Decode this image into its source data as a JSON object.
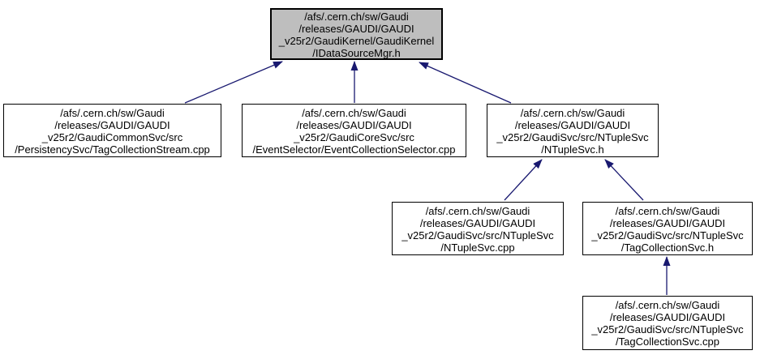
{
  "diagram": {
    "kind": "include-dependency-graph",
    "colors": {
      "edge": "#191970",
      "node_border": "#000000",
      "node_fill": "#ffffff",
      "highlight_fill": "#bebebe",
      "background": "#ffffff",
      "text": "#000000"
    },
    "nodes": [
      {
        "id": "idatasourcemgr-h",
        "highlighted": true,
        "lines": [
          "/afs/.cern.ch/sw/Gaudi",
          "/releases/GAUDI/GAUDI",
          "_v25r2/GaudiKernel/GaudiKernel",
          "/IDataSourceMgr.h"
        ]
      },
      {
        "id": "tagcollectionstream-cpp",
        "highlighted": false,
        "lines": [
          "/afs/.cern.ch/sw/Gaudi",
          "/releases/GAUDI/GAUDI",
          "_v25r2/GaudiCommonSvc/src",
          "/PersistencySvc/TagCollectionStream.cpp"
        ]
      },
      {
        "id": "eventcollectionselector-cpp",
        "highlighted": false,
        "lines": [
          "/afs/.cern.ch/sw/Gaudi",
          "/releases/GAUDI/GAUDI",
          "_v25r2/GaudiCoreSvc/src",
          "/EventSelector/EventCollectionSelector.cpp"
        ]
      },
      {
        "id": "ntuplesvc-h",
        "highlighted": false,
        "lines": [
          "/afs/.cern.ch/sw/Gaudi",
          "/releases/GAUDI/GAUDI",
          "_v25r2/GaudiSvc/src/NTupleSvc",
          "/NTupleSvc.h"
        ]
      },
      {
        "id": "ntuplesvc-cpp",
        "highlighted": false,
        "lines": [
          "/afs/.cern.ch/sw/Gaudi",
          "/releases/GAUDI/GAUDI",
          "_v25r2/GaudiSvc/src/NTupleSvc",
          "/NTupleSvc.cpp"
        ]
      },
      {
        "id": "tagcollectionsvc-h",
        "highlighted": false,
        "lines": [
          "/afs/.cern.ch/sw/Gaudi",
          "/releases/GAUDI/GAUDI",
          "_v25r2/GaudiSvc/src/NTupleSvc",
          "/TagCollectionSvc.h"
        ]
      },
      {
        "id": "tagcollectionsvc-cpp",
        "highlighted": false,
        "lines": [
          "/afs/.cern.ch/sw/Gaudi",
          "/releases/GAUDI/GAUDI",
          "_v25r2/GaudiSvc/src/NTupleSvc",
          "/TagCollectionSvc.cpp"
        ]
      }
    ],
    "edges": [
      {
        "from": "tagcollectionstream-cpp",
        "to": "idatasourcemgr-h"
      },
      {
        "from": "eventcollectionselector-cpp",
        "to": "idatasourcemgr-h"
      },
      {
        "from": "ntuplesvc-h",
        "to": "idatasourcemgr-h"
      },
      {
        "from": "ntuplesvc-cpp",
        "to": "ntuplesvc-h"
      },
      {
        "from": "tagcollectionsvc-h",
        "to": "ntuplesvc-h"
      },
      {
        "from": "tagcollectionsvc-cpp",
        "to": "tagcollectionsvc-h"
      }
    ]
  }
}
